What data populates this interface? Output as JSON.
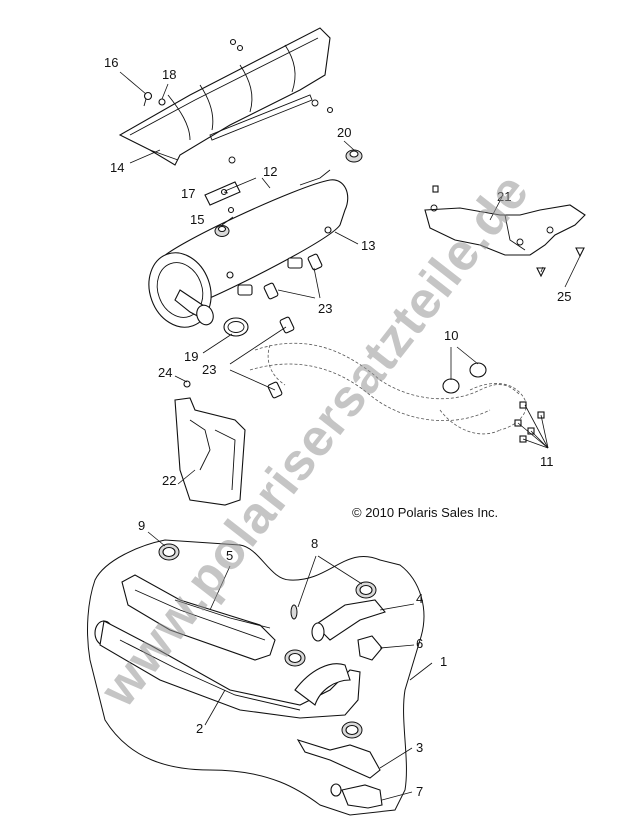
{
  "copyright": "© 2010 Polaris Sales Inc.",
  "watermark": "www.polarisersatzteile.de",
  "callouts": {
    "c1": "1",
    "c2": "2",
    "c3": "3",
    "c4": "4",
    "c5": "5",
    "c6": "6",
    "c7": "7",
    "c8": "8",
    "c9": "9",
    "c10": "10",
    "c11": "11",
    "c12": "12",
    "c13": "13",
    "c14": "14",
    "c15": "15",
    "c16": "16",
    "c17": "17",
    "c18": "18",
    "c19": "19",
    "c20": "20",
    "c21": "21",
    "c22": "22",
    "c23a": "23",
    "c23b": "23",
    "c24": "24",
    "c25": "25"
  },
  "colors": {
    "line": "#111111",
    "watermark": "#969696"
  }
}
